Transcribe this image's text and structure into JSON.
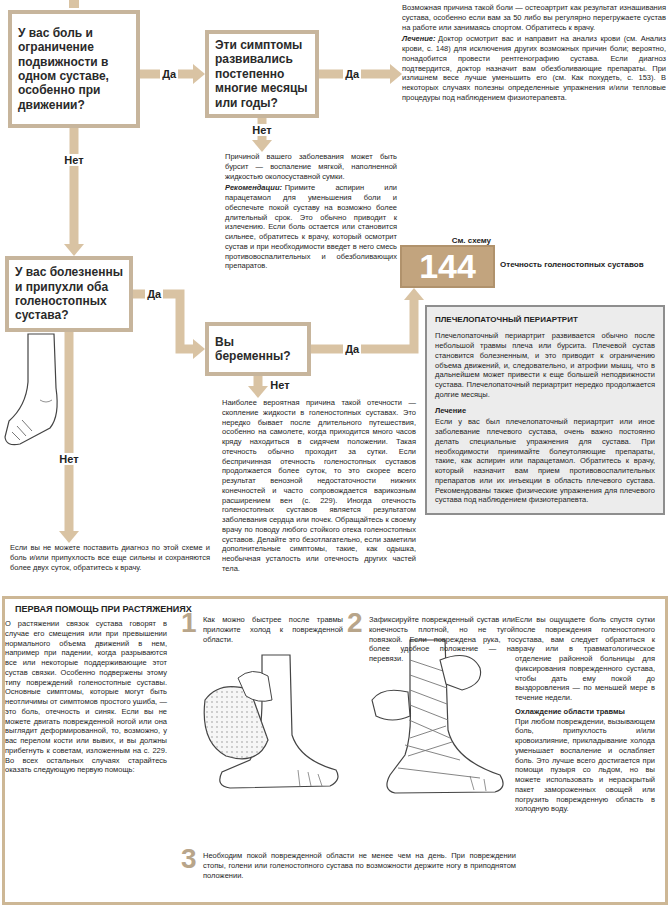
{
  "diagram": {
    "nodes": [
      {
        "text": [
          "У вас боль и ограничение подвижности в одном суставе, особенно при движении?"
        ]
      },
      {
        "text": [
          "Эти симптомы развивались постепенно многие месяцы или годы?"
        ]
      },
      {
        "text": [
          "Возможная причина такой боли — остеоартрит как результат изнашивания сустава, особенно если вам за 50 либо вы регулярно перегружаете сустав на работе или занимаясь спортом. Обратитесь к врачу.",
          "Лечение:",
          "Доктор осмотрит вас и направит на анализ крови (см. Анализ крови, с. 148) для исключения других возможных причин боли; вероятно, понадобится провести рентгенографию сустава. Если диагноз подтвердится, доктор назначит вам обезболивающие препараты. При излишнем весе лучше уменьшить его (см. Как похудеть, с. 153). В некоторых случаях полезны определенные упражнения и/или тепловые процедуры под наблюдением физиотерапевта."
        ]
      },
      {
        "text": [
          "Причиной вашего заболевания может быть бурсит — воспаление мягкой, наполненной жидкостью околосуставной сумки.",
          "Рекомендации:",
          "Примите аспирин или парацетамол для уменьшения боли и обеспечьте покой суставу на возможно более длительный срок. Это обычно приводит к излечению. Если боль остается или становится сильнее, обратитесь к врачу, который осмотрит сустав и при необходимости введет в него смесь противовоспалительных и обезболивающих препаратов."
        ]
      },
      {
        "text": [
          "У вас болезненны и припухли оба голеностопных сустава?"
        ]
      },
      {
        "text": [
          "Вы беременны?"
        ]
      },
      {
        "text": [
          "См. схему",
          "144",
          "Отечность голеностопных суставов"
        ]
      },
      {
        "text": [
          "Наиболее вероятная причина такой отечности — скопление жидкости в голеностопных суставах. Это нередко бывает после длительного путешествия, особенно на самолете, когда приходится много часов кряду находиться в сидячем положении. Такая отечность обычно проходит за сутки. Если беспричинная отечность голеностопных суставов продолжается более суток, то это скорее всего результат венозной недостаточности нижних конечностей и часто сопровождается варикозным расширением вен (с. 229). Иногда отечность голеностопных суставов является результатом заболевания сердца или почек. Обращайтесь к своему врачу по поводу любого стойкого отека голеностопных суставов. Делайте это безотлагательно, если заметили дополнительные симптомы, такие, как одышка, необычная усталость или отечность других частей тела."
        ]
      },
      {
        "text": [
          "Если вы не можете поставить диагноз по этой схеме и боль и/или припухлость все еще сильны и сохраняются более двух суток, обратитесь к врачу."
        ]
      },
      {
        "text": [
          "ПЛЕЧЕЛОПАТОЧНЫЙ ПЕРИАРТРИТ",
          "Плечелопаточный периартрит развивается обычно после небольшой травмы плеча или бурсита. Плечевой сустав становится болезненным, и это приводит к ограничению объема движений, и, следовательно, и атрофии мышц, что в дальнейшем может привести к еще большей неподвижности сустава. Плечелопаточный периартрит нередко продолжается долгие месяцы.",
          "Лечение",
          "Если у вас был плечелопаточный периартрит или иное заболевание плечевого сустава, очень важно постоянно делать специальные упражнения для сустава. При необходимости принимайте болеутоляющие препараты, такие, как аспирин или парацетамол. Обратитесь к врачу, который назначит вам прием противовоспалительных препаратов или их инъекции в область плечевого сустава. Рекомендованы также физические упражнения для плечевого сустава под наблюдением физиотерапевта."
        ]
      },
      {
        "text": [
          "ПЕРВАЯ ПОМОЩЬ ПРИ РАСТЯЖЕНИЯХ"
        ]
      },
      {
        "text": [
          "О растяжении связок сустава говорят в случае его смещения или при превышении нормального объема движений в нем, например при падении, когда разрываются все или некоторые поддерживающие этот сустав связки. Особенно подвержены этому типу повреждений голеностопные суставы. Основные симптомы, которые могут быть неотличимы от симптомов простого ушиба, — это боль, отечность и синяк. Если вы не можете двигать поврежденной ногой или она выглядит деформированной, то, возможно, у вас перелом кости или вывих, и вы должны прибегнуть к советам, изложенным на с. 229. Во всех остальных случаях старайтесь оказать следующую первую помощь:"
        ],
        "in": 10
      },
      {
        "text": [
          "1",
          "Как можно быстрее после травмы приложите холод к поврежденной области."
        ],
        "in": 10
      },
      {
        "text": [
          "2",
          "Зафиксируйте поврежденный сустав или конечность плотной, но не тугой повязкой. Если повреждена рука, то более удобное положение — на перевязи."
        ],
        "in": 10
      },
      {
        "text": [
          "3",
          "Необходим покой поврежденной области не менее чем на день. При повреждении стопы, голени или голеностопного сустава по возможности держите ногу в приподнятом положении."
        ],
        "in": 10
      },
      {
        "text": [
          "Если вы ощущаете боль спустя сутки после повреждения голеностопного сустава, вам следует обратиться к врачу или в травматологическое отделение районной больницы для фиксирования поврежденного сустава, чтобы дать ему покой до выздоровления — по меньшей мере в течение недели.",
          "Охлаждение области травмы",
          "При любом повреждении, вызывающем боль, припухлость и/или кровоизлияние, прикладывание холода уменьшает воспаление и ослабляет боль. Это лучше всего достигается при помощи пузыря со льдом, но вы можете использовать и нераскрытый пакет замороженных овощей или погрузить поврежденную область в холодную воду."
        ],
        "in": 10
      }
    ],
    "edges": [
      {
        "from": 0,
        "to": 1,
        "label": "Да",
        "arrow": "to"
      },
      {
        "from": 1,
        "to": 2,
        "label": "Да",
        "arrow": "to"
      },
      {
        "from": 1,
        "to": 3,
        "label": "Нет",
        "arrow": "to"
      },
      {
        "from": 0,
        "to": 4,
        "label": "Нет",
        "arrow": "to"
      },
      {
        "from": 4,
        "to": 5,
        "label": "Да",
        "arrow": "to"
      },
      {
        "from": 5,
        "to": 6,
        "label": "Да",
        "arrow": "to"
      },
      {
        "from": 5,
        "to": 7,
        "label": "Нет",
        "arrow": "to"
      },
      {
        "from": 4,
        "to": 8,
        "label": "Нет",
        "arrow": "to"
      }
    ]
  }
}
